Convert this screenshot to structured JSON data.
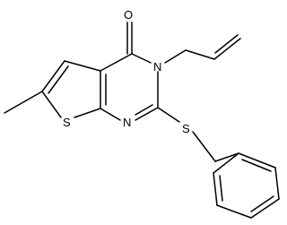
{
  "molecule": {
    "atoms": {
      "oxygen": "O",
      "nitrogen_3": "N",
      "nitrogen_1": "N",
      "sulfur_ring": "S",
      "sulfur_thioether": "S"
    }
  }
}
